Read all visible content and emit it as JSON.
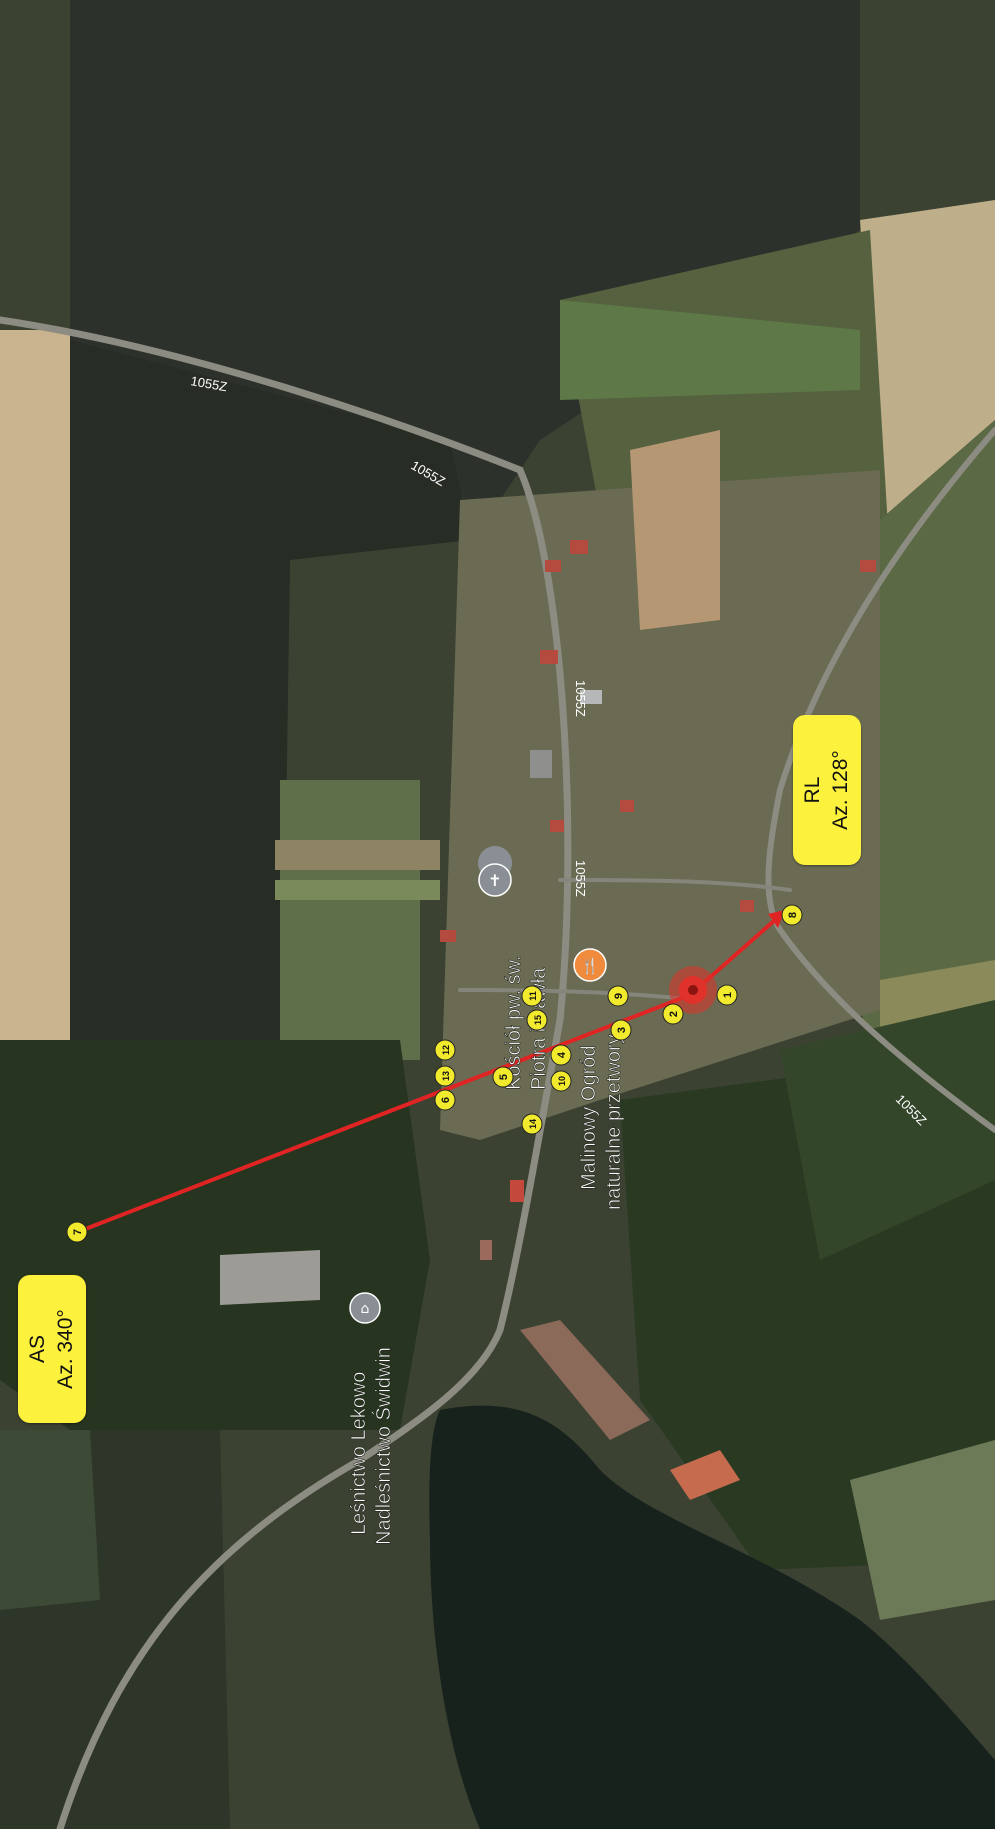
{
  "map": {
    "road_labels": [
      "1055Z",
      "1055Z",
      "1055Z",
      "1055Z",
      "1055Z"
    ],
    "poi": [
      {
        "name": "Kościół pw. św. Piotra i Pawła",
        "lines": [
          "Kościół pw. św.",
          "Piotra i Pawła"
        ],
        "icon": "church-icon"
      },
      {
        "name": "Malinowy Ogród naturalne przetwory",
        "lines": [
          "Malinowy Ogród",
          "naturalne przetwory"
        ],
        "icon": "restaurant-icon"
      },
      {
        "name": "Leśnictwo Lekowo Nadleśnictwo Świdwin",
        "lines": [
          "Leśnictwo Lekowo",
          "Nadleśnictwo Świdwin"
        ],
        "icon": "museum-icon"
      }
    ],
    "points": [
      "1",
      "2",
      "3",
      "4",
      "5",
      "6",
      "7",
      "8",
      "9",
      "10",
      "11",
      "12",
      "13",
      "14",
      "15"
    ],
    "callouts": {
      "as": {
        "code": "AS",
        "azimuth": "Az. 340°"
      },
      "rl": {
        "code": "RL",
        "azimuth": "Az. 128°"
      }
    },
    "colors": {
      "bearing_line": "#e02424",
      "point_fill": "#f2ea2c",
      "callout_fill": "#fcf13c",
      "pin": "#e0312a",
      "restaurant_pin": "#f08a3c",
      "church_pin": "#8a8f96"
    }
  }
}
